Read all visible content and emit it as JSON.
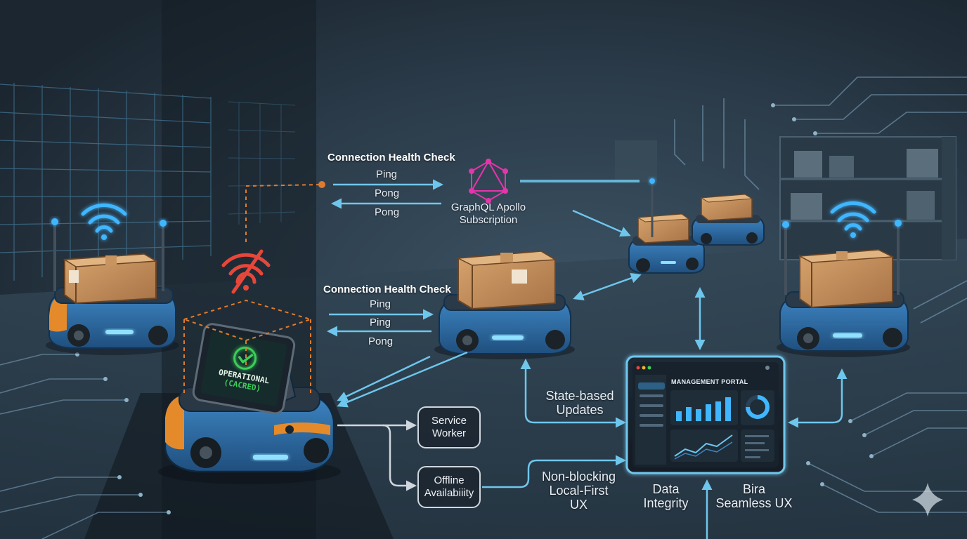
{
  "top_health_check": {
    "title": "Connection Health Check",
    "messages": [
      "Ping",
      "Pong",
      "Pong"
    ]
  },
  "graphql": {
    "line1": "GraphQL Apollo",
    "line2": "Subscription"
  },
  "mid_health_check": {
    "title": "Connection Health Check",
    "messages": [
      "Ping",
      "Ping",
      "Pong"
    ]
  },
  "tablet": {
    "status": "OPERATIONAL",
    "mode": "(CACRED)"
  },
  "service_worker": {
    "line1": "Service",
    "line2": "Worker"
  },
  "offline_availability": {
    "line1": "Offline",
    "line2": "Availabiiity"
  },
  "state_updates": {
    "line1": "State-based",
    "line2": "Updates"
  },
  "non_blocking": {
    "line1": "Non-blocking",
    "line2": "Local-First",
    "line3": "UX"
  },
  "portal": {
    "title": "MANAGEMENT PORTAL"
  },
  "data_integrity": {
    "line1": "Data",
    "line2": "Integrity"
  },
  "seamless_ux": {
    "line1": "Bira",
    "line2": "Seamless UX"
  },
  "colors": {
    "arrow_blue": "#6fc6ec",
    "offline_orange": "#e07b2e",
    "wifi_blue": "#3fb6ff",
    "wifi_off_red": "#e6473a",
    "graphql_pink": "#e535ab",
    "robot_blue": "#2e6ea8",
    "robot_orange": "#e58a2b",
    "box_tan": "#c9935e",
    "check_green": "#3ccf5a"
  }
}
